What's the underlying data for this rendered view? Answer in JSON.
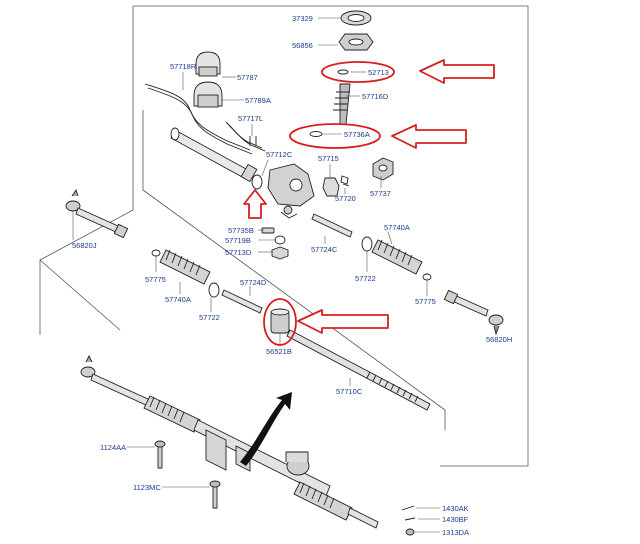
{
  "labels": {
    "p37329": "37329",
    "p56856": "56856",
    "p52713": "52713",
    "p57716D": "57716D",
    "p57718R": "57718R",
    "p57787": "57787",
    "p57789A": "57789A",
    "p57717L": "57717L",
    "p57736A": "57736A",
    "p57712C": "57712C",
    "p57715": "57715",
    "p57720": "57720",
    "p57737": "57737",
    "p56820J": "56820J",
    "p57735B": "57735B",
    "p57719B": "57719B",
    "p57713D": "57713D",
    "p57724C": "57724C",
    "p57740A_right": "57740A",
    "p57775_left": "57775",
    "p57740A_left": "57740A",
    "p57722_left": "57722",
    "p57724D": "57724D",
    "p57722_right": "57722",
    "p57775_right": "57775",
    "p56820H": "56820H",
    "p56521B": "56521B",
    "p57710C": "57710C",
    "p1124AA": "1124AA",
    "p1123MC": "1123MC",
    "p1430AK": "1430AK",
    "p1430BF": "1430BF",
    "p1313DA": "1313DA"
  },
  "colors": {
    "label": "#1a3c8c",
    "highlight": "#d62020",
    "line": "#222222",
    "frame": "#555555"
  }
}
